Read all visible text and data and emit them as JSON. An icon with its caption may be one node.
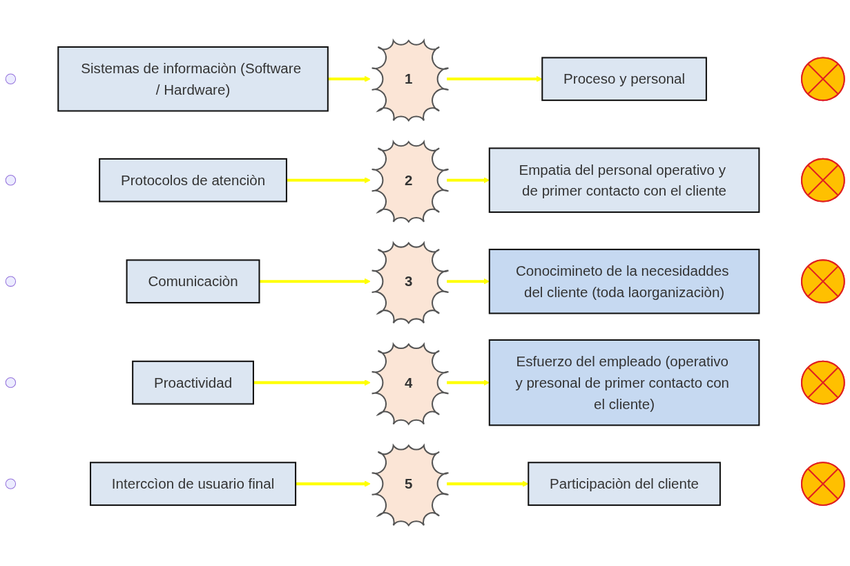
{
  "diagram": {
    "nodes": [
      {
        "text": [],
        "shape": "circle"
      },
      {
        "text": [
          "Sistemas de informaciòn (Software / Hardware)"
        ]
      },
      {
        "text": [
          "1"
        ]
      },
      {
        "text": [
          "Proceso y personal"
        ]
      },
      {
        "text": [],
        "shape": "cross"
      },
      {
        "text": [],
        "shape": "circle"
      },
      {
        "text": [
          "Protocolos de atenciòn"
        ]
      },
      {
        "text": [
          "2"
        ]
      },
      {
        "text": [
          "Empatia del personal operativo y de primer contacto con el cliente"
        ]
      },
      {
        "text": [],
        "shape": "cross"
      },
      {
        "text": [],
        "shape": "circle"
      },
      {
        "text": [
          "Comunicaciòn"
        ]
      },
      {
        "text": [
          "3"
        ]
      },
      {
        "text": [
          "Conocimineto de la necesidaddes del cliente (toda laorganizaciòn)"
        ]
      },
      {
        "text": [],
        "shape": "cross"
      },
      {
        "text": [],
        "shape": "circle"
      },
      {
        "text": [
          "Proactividad"
        ]
      },
      {
        "text": [
          "4"
        ]
      },
      {
        "text": [
          "Esfuerzo del empleado (operativo y presonal de primer contacto con el cliente)"
        ]
      },
      {
        "text": [],
        "shape": "cross"
      },
      {
        "text": [],
        "shape": "circle"
      },
      {
        "text": [
          "Interccìon de usuario final"
        ]
      },
      {
        "text": [
          "5"
        ]
      },
      {
        "text": [
          "Participaciòn del cliente"
        ]
      },
      {
        "text": [],
        "shape": "cross"
      }
    ],
    "edges": [
      {
        "from": 1,
        "to": 2,
        "arrow": "to"
      },
      {
        "from": 2,
        "to": 3,
        "arrow": "to"
      },
      {
        "from": 6,
        "to": 7,
        "arrow": "to"
      },
      {
        "from": 7,
        "to": 8,
        "arrow": "to"
      },
      {
        "from": 11,
        "to": 12,
        "arrow": "to"
      },
      {
        "from": 12,
        "to": 13,
        "arrow": "to"
      },
      {
        "from": 16,
        "to": 17,
        "arrow": "to"
      },
      {
        "from": 17,
        "to": 18,
        "arrow": "to"
      },
      {
        "from": 21,
        "to": 22,
        "arrow": "to"
      },
      {
        "from": 22,
        "to": 23,
        "arrow": "to"
      }
    ]
  }
}
